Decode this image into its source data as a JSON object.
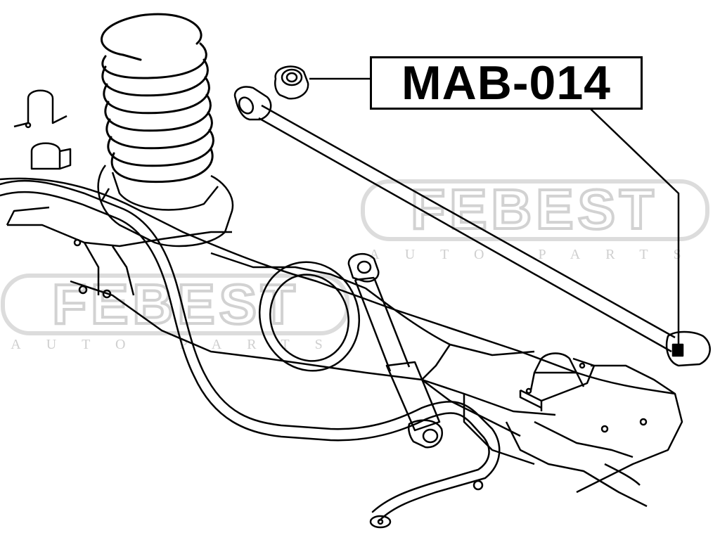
{
  "diagram": {
    "part_number": "MAB-014",
    "watermark": {
      "brand": "FEBEST",
      "tagline": "AUTO PARTS",
      "color": "#d4d4d4"
    },
    "line_color": "#000000",
    "components": [
      "coil-spring",
      "bushing",
      "lateral-rod",
      "stabilizer-bar",
      "shock-absorber",
      "rear-axle",
      "bump-stopper"
    ]
  }
}
